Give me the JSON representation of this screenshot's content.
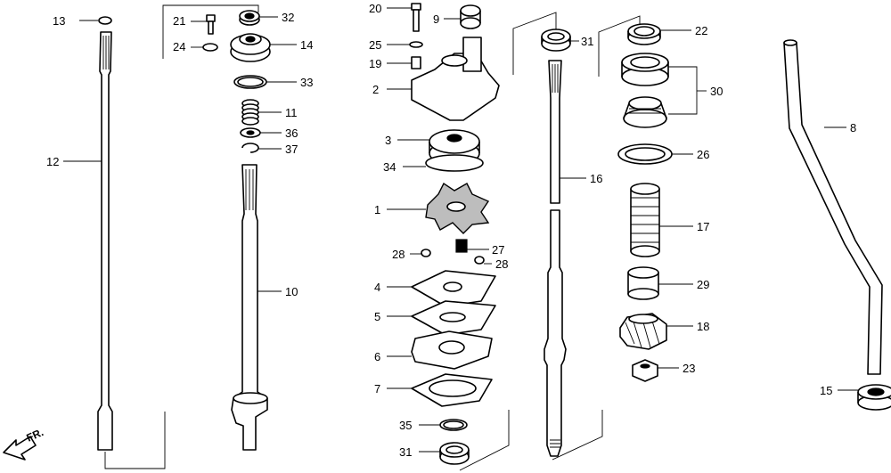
{
  "diagram": {
    "orientation_label": "FR.",
    "callouts": [
      {
        "id": "c1",
        "text": "1"
      },
      {
        "id": "c2",
        "text": "2"
      },
      {
        "id": "c3",
        "text": "3"
      },
      {
        "id": "c4",
        "text": "4"
      },
      {
        "id": "c5",
        "text": "5"
      },
      {
        "id": "c6",
        "text": "6"
      },
      {
        "id": "c7",
        "text": "7"
      },
      {
        "id": "c8",
        "text": "8"
      },
      {
        "id": "c9",
        "text": "9"
      },
      {
        "id": "c10",
        "text": "10"
      },
      {
        "id": "c11",
        "text": "11"
      },
      {
        "id": "c12",
        "text": "12"
      },
      {
        "id": "c13",
        "text": "13"
      },
      {
        "id": "c14",
        "text": "14"
      },
      {
        "id": "c15",
        "text": "15"
      },
      {
        "id": "c16",
        "text": "16"
      },
      {
        "id": "c17",
        "text": "17"
      },
      {
        "id": "c18",
        "text": "18"
      },
      {
        "id": "c19",
        "text": "19"
      },
      {
        "id": "c20",
        "text": "20"
      },
      {
        "id": "c21",
        "text": "21"
      },
      {
        "id": "c22",
        "text": "22"
      },
      {
        "id": "c23",
        "text": "23"
      },
      {
        "id": "c24",
        "text": "24"
      },
      {
        "id": "c25",
        "text": "25"
      },
      {
        "id": "c26",
        "text": "26"
      },
      {
        "id": "c27",
        "text": "27"
      },
      {
        "id": "c28a",
        "text": "28"
      },
      {
        "id": "c28b",
        "text": "28"
      },
      {
        "id": "c29",
        "text": "29"
      },
      {
        "id": "c30",
        "text": "30"
      },
      {
        "id": "c31a",
        "text": "31"
      },
      {
        "id": "c31b",
        "text": "31"
      },
      {
        "id": "c32",
        "text": "32"
      },
      {
        "id": "c33",
        "text": "33"
      },
      {
        "id": "c34",
        "text": "34"
      },
      {
        "id": "c35",
        "text": "35"
      },
      {
        "id": "c36",
        "text": "36"
      },
      {
        "id": "c37",
        "text": "37"
      }
    ]
  }
}
